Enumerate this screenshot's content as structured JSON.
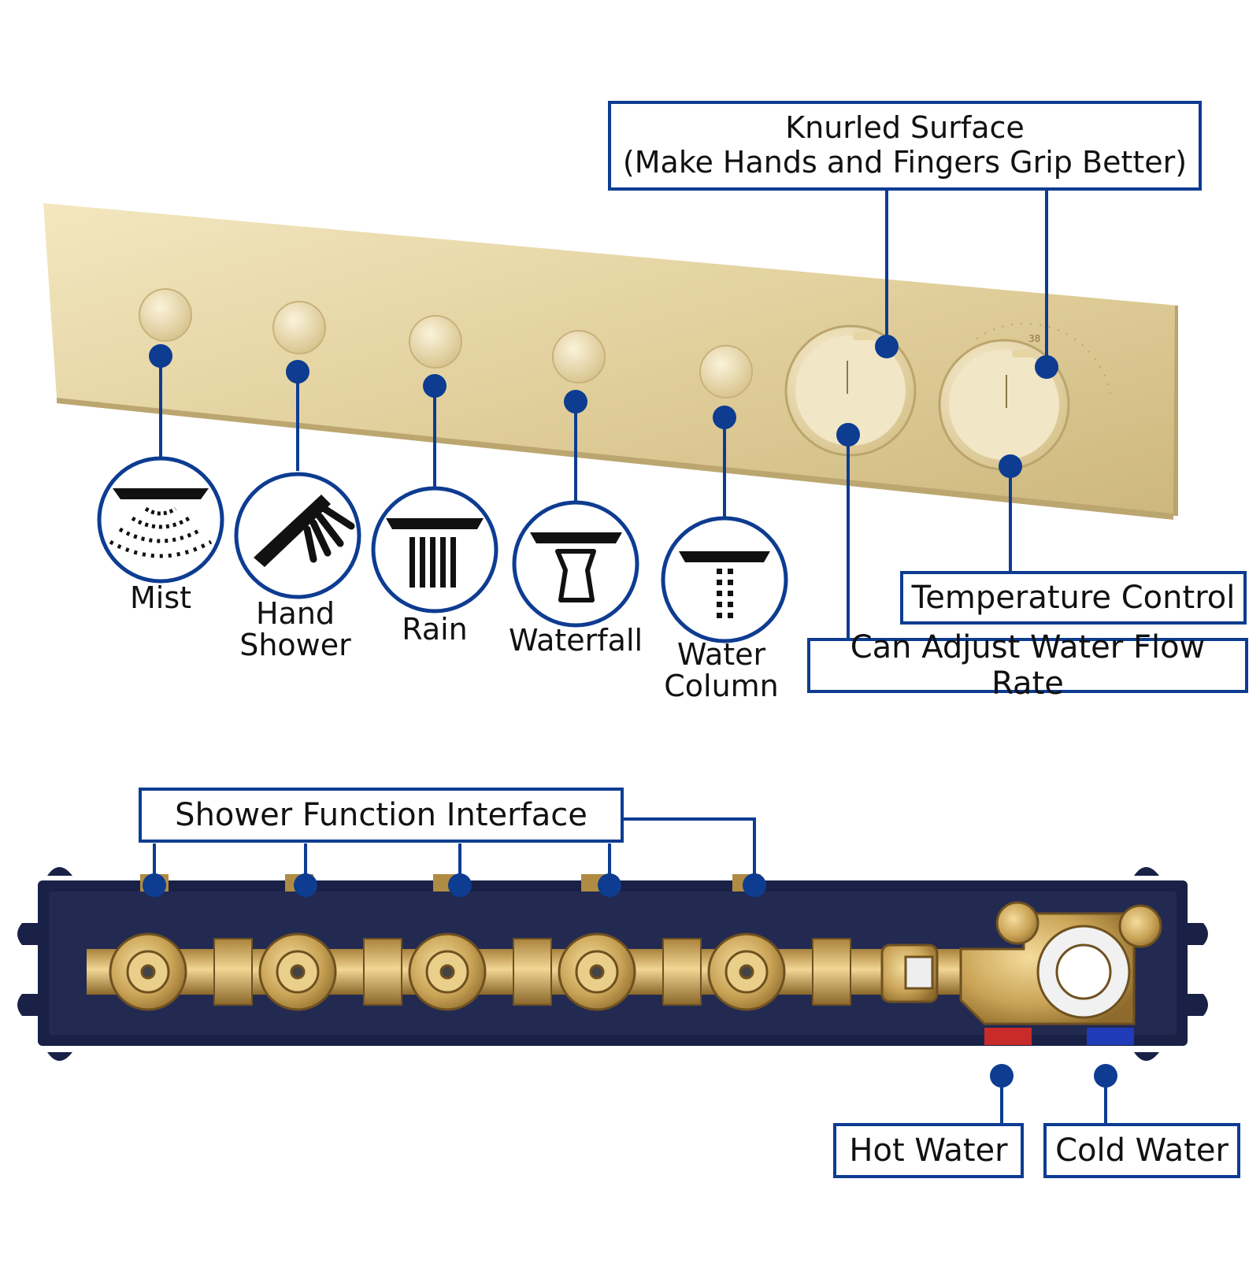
{
  "colors": {
    "accent_blue": "#0d3c91",
    "panel_gold_light": "#efe1b4",
    "panel_gold_dark": "#cdb77d",
    "box_navy": "#182040",
    "brass": "#c9a356"
  },
  "top_callouts": {
    "knurled_line1": "Knurled Surface",
    "knurled_line2": "(Make Hands and Fingers Grip Better)",
    "temperature": "Temperature Control",
    "flow": "Can Adjust Water Flow Rate"
  },
  "functions": [
    {
      "line1": "Mist",
      "line2": "",
      "icon": "mist-icon"
    },
    {
      "line1": "Hand",
      "line2": "Shower",
      "icon": "hand-shower-icon"
    },
    {
      "line1": "Rain",
      "line2": "",
      "icon": "rain-icon"
    },
    {
      "line1": "Waterfall",
      "line2": "",
      "icon": "waterfall-icon"
    },
    {
      "line1": "Water",
      "line2": "Column",
      "icon": "water-column-icon"
    }
  ],
  "bottom_callouts": {
    "interface": "Shower Function Interface",
    "hot": "Hot Water",
    "cold": "Cold Water"
  },
  "dial_marking": "38"
}
